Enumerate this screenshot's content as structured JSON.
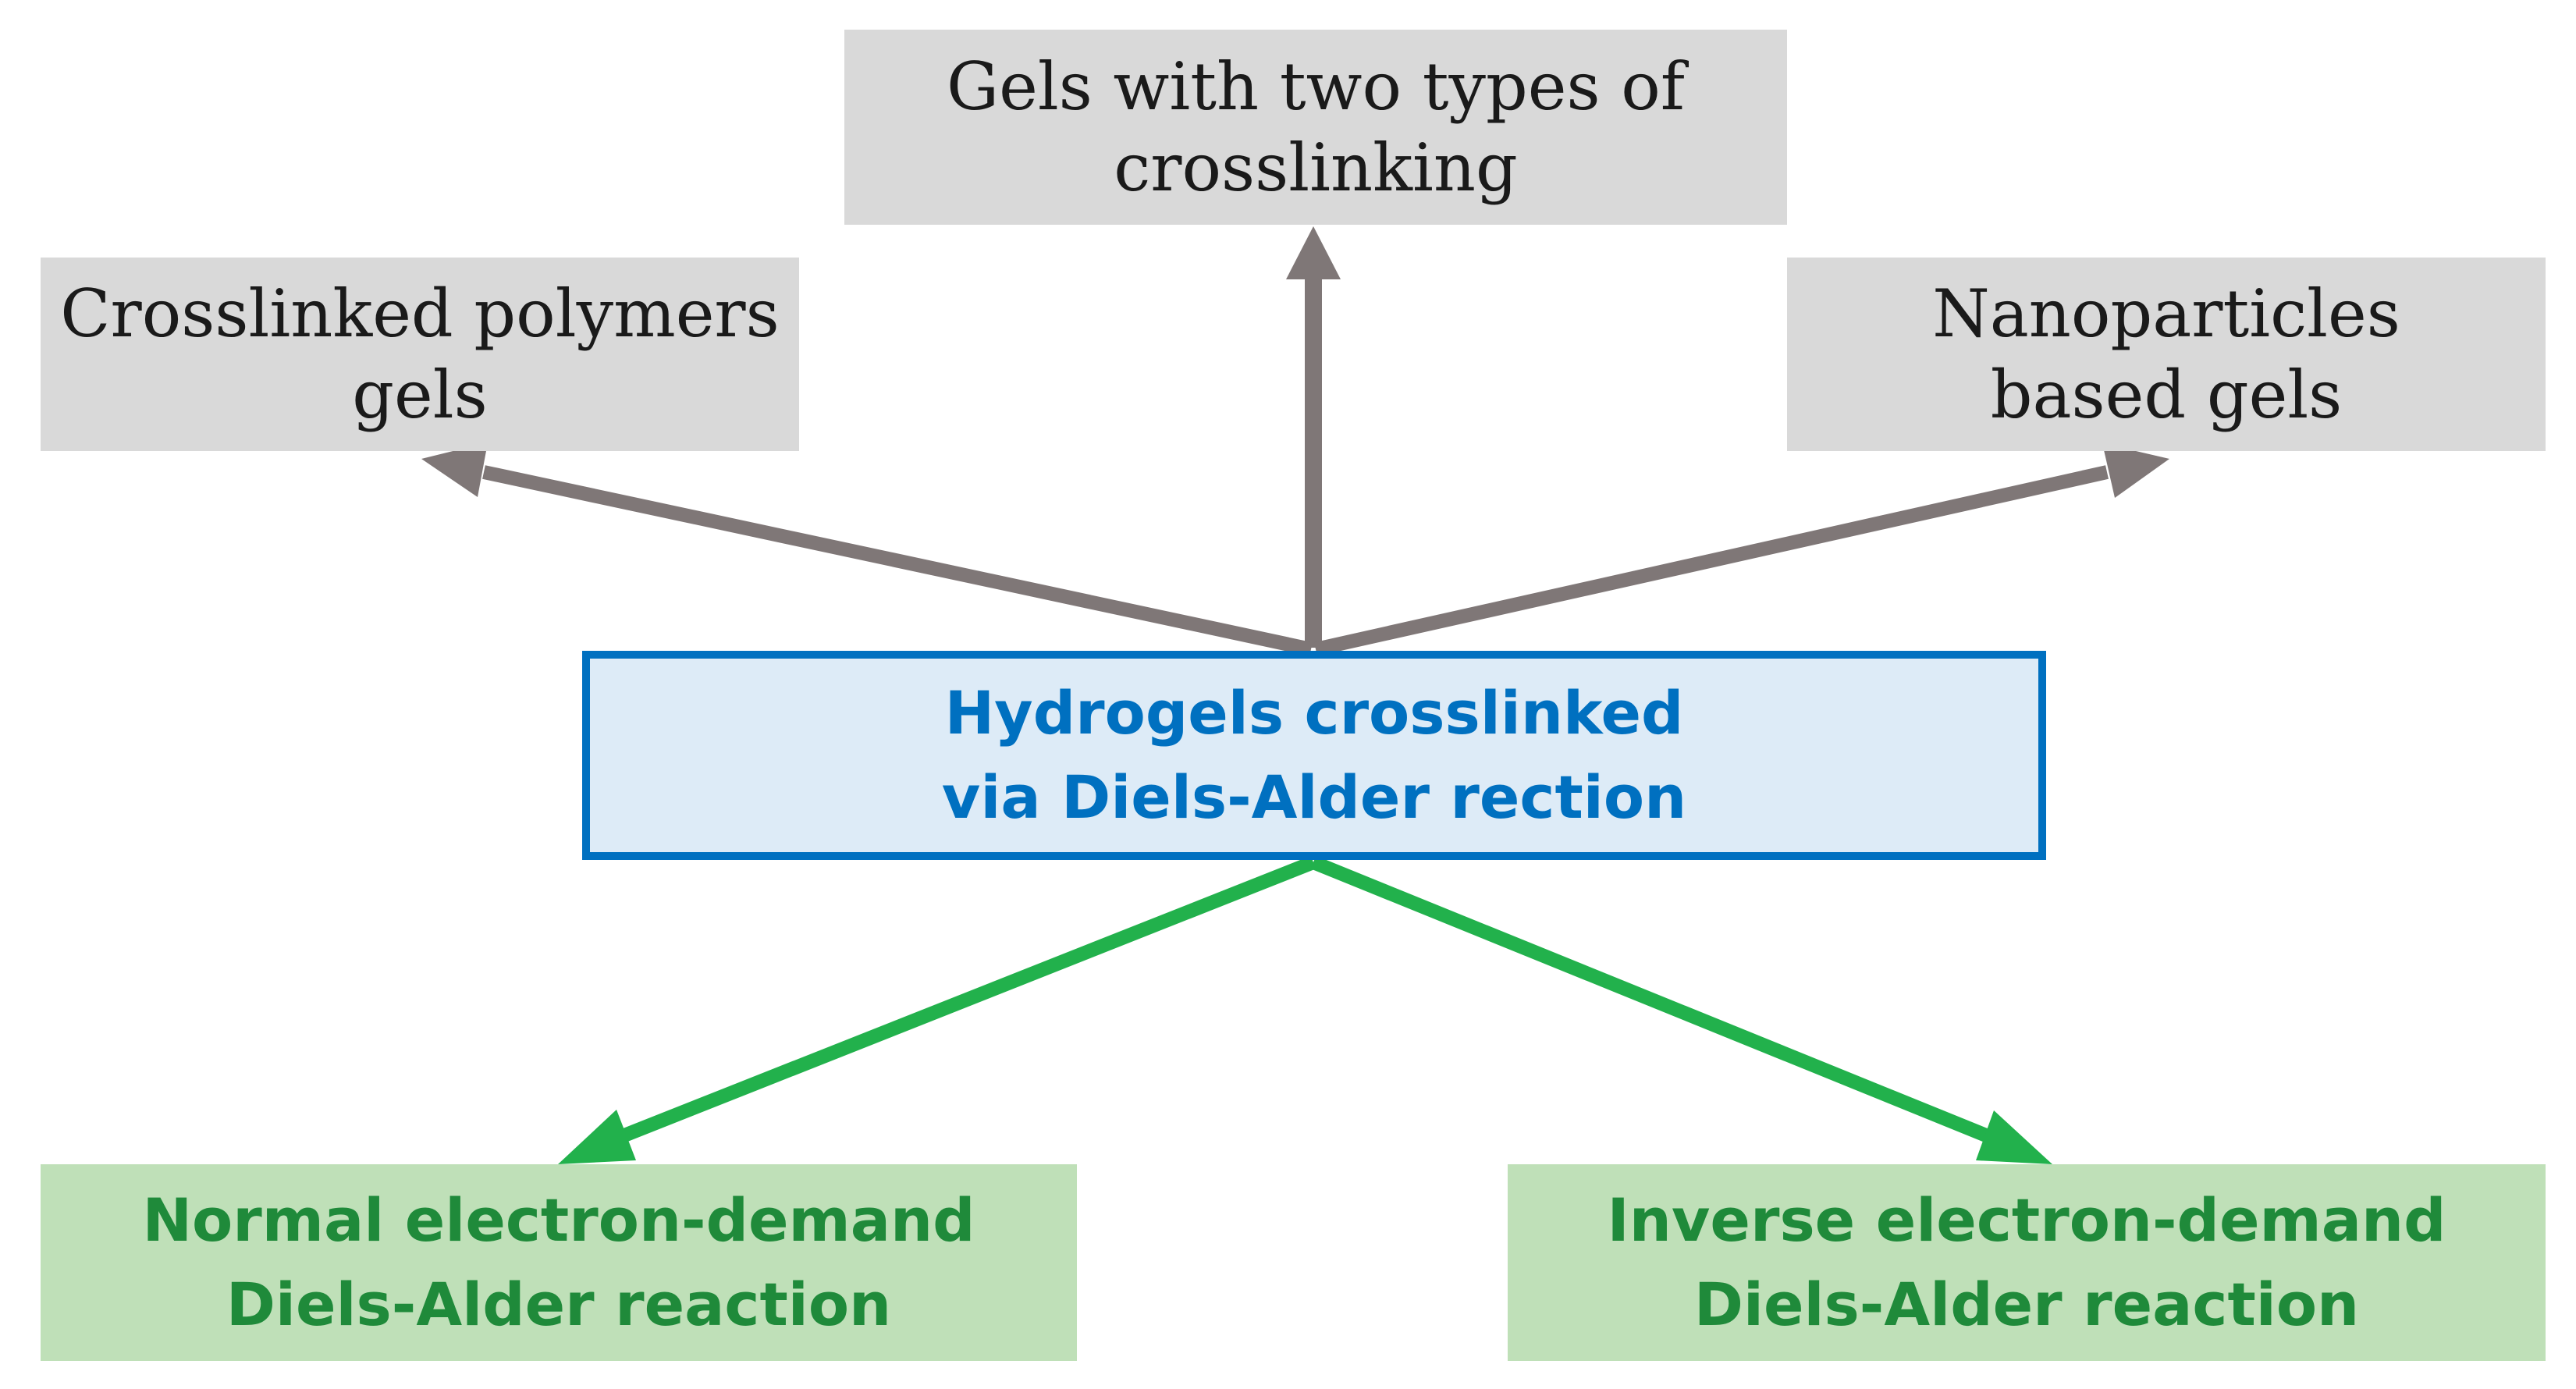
{
  "center": {
    "line1": "Hydrogels crosslinked",
    "line2": "via Diels-Alder rection"
  },
  "top_boxes": {
    "left": {
      "line1": "Crosslinked polymers",
      "line2": "gels"
    },
    "middle": {
      "line1": "Gels with two types of",
      "line2": "crosslinking"
    },
    "right": {
      "line1": "Nanoparticles",
      "line2": "based gels"
    }
  },
  "bottom_boxes": {
    "left": {
      "line1": "Normal electron-demand",
      "line2": "Diels-Alder reaction"
    },
    "right": {
      "line1": "Inverse electron-demand",
      "line2": "Diels-Alder reaction"
    }
  },
  "colors": {
    "gray_box": "#d9d9d9",
    "gray_arrow": "#7f7777",
    "center_fill": "#ddebf7",
    "center_border": "#0070c0",
    "green_box": "#bfe0b8",
    "green_arrow": "#22b14c",
    "green_text": "#1f8a3a"
  }
}
